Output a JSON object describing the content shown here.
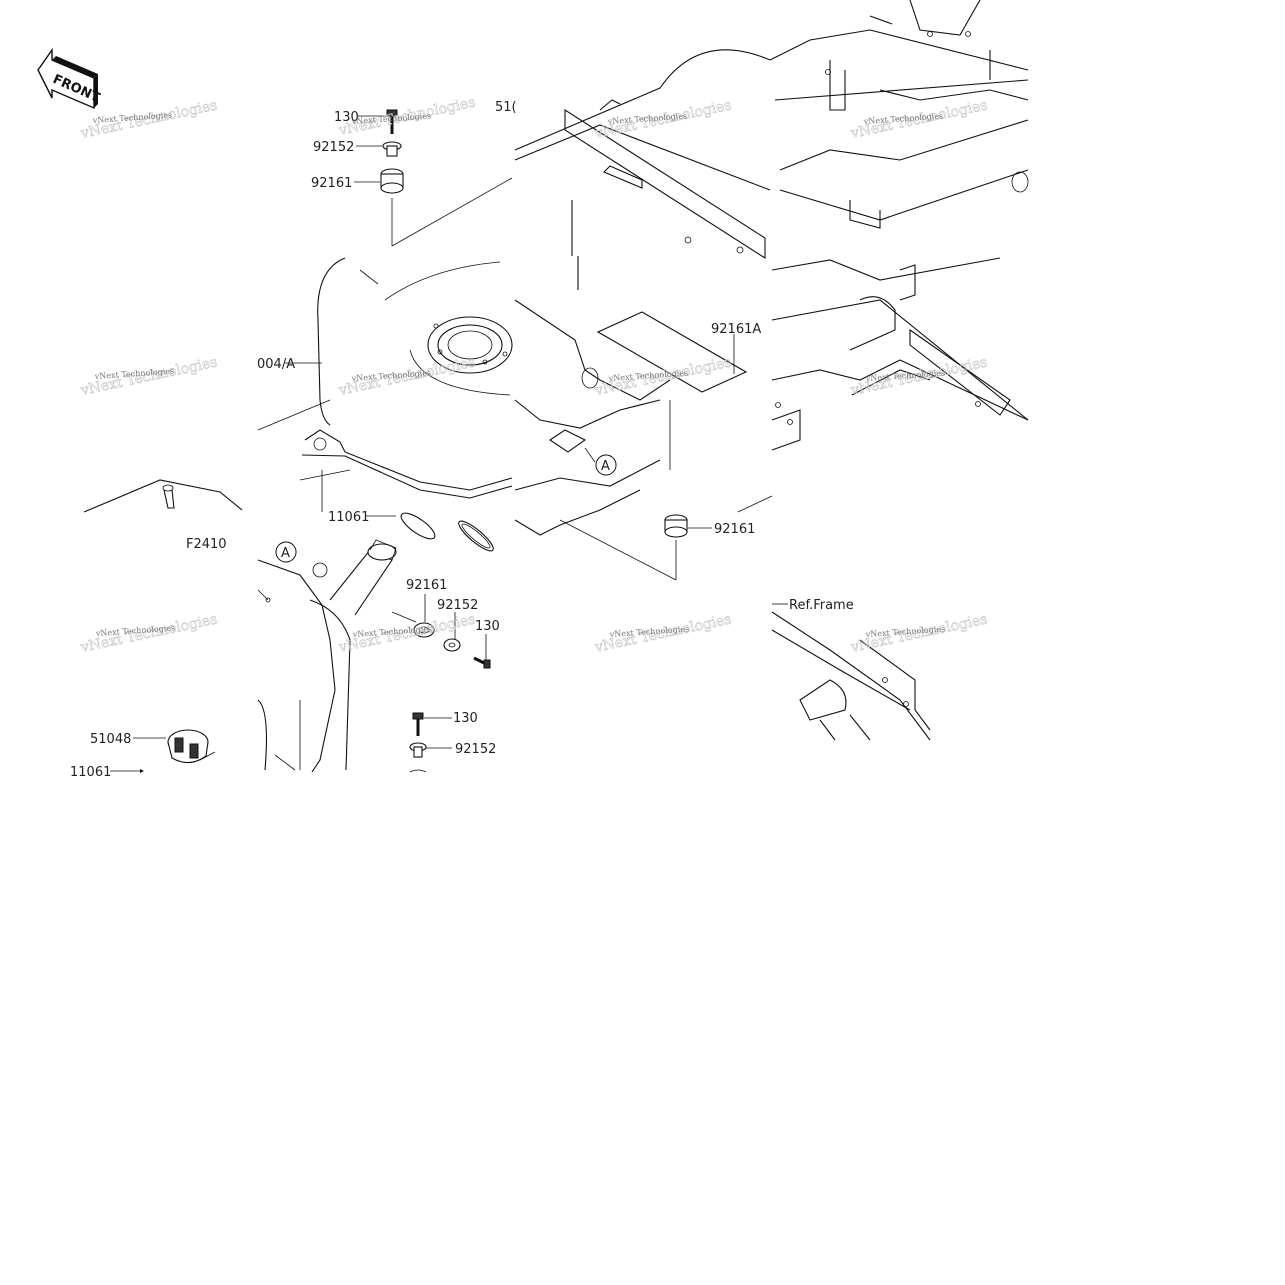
{
  "diagram": {
    "front_badge": "FRONT",
    "watermark": "vNext Technologies",
    "ref_frame": "Ref.Frame",
    "fig_code": "F2410",
    "callouts": {
      "c130_top": "130",
      "c92152_top": "92152",
      "c92161_top": "92161",
      "c510": "51(",
      "c004a": "004/A",
      "c92161a": "92161A",
      "c11061_mid": "11061",
      "c92161_right": "92161",
      "c92161_lower": "92161",
      "c92152_lower": "92152",
      "c130_lower": "130",
      "c130_bottom": "130",
      "c92152_bottom": "92152",
      "c51048": "51048",
      "c11061_bottom": "11061",
      "circle_a": "A"
    }
  }
}
